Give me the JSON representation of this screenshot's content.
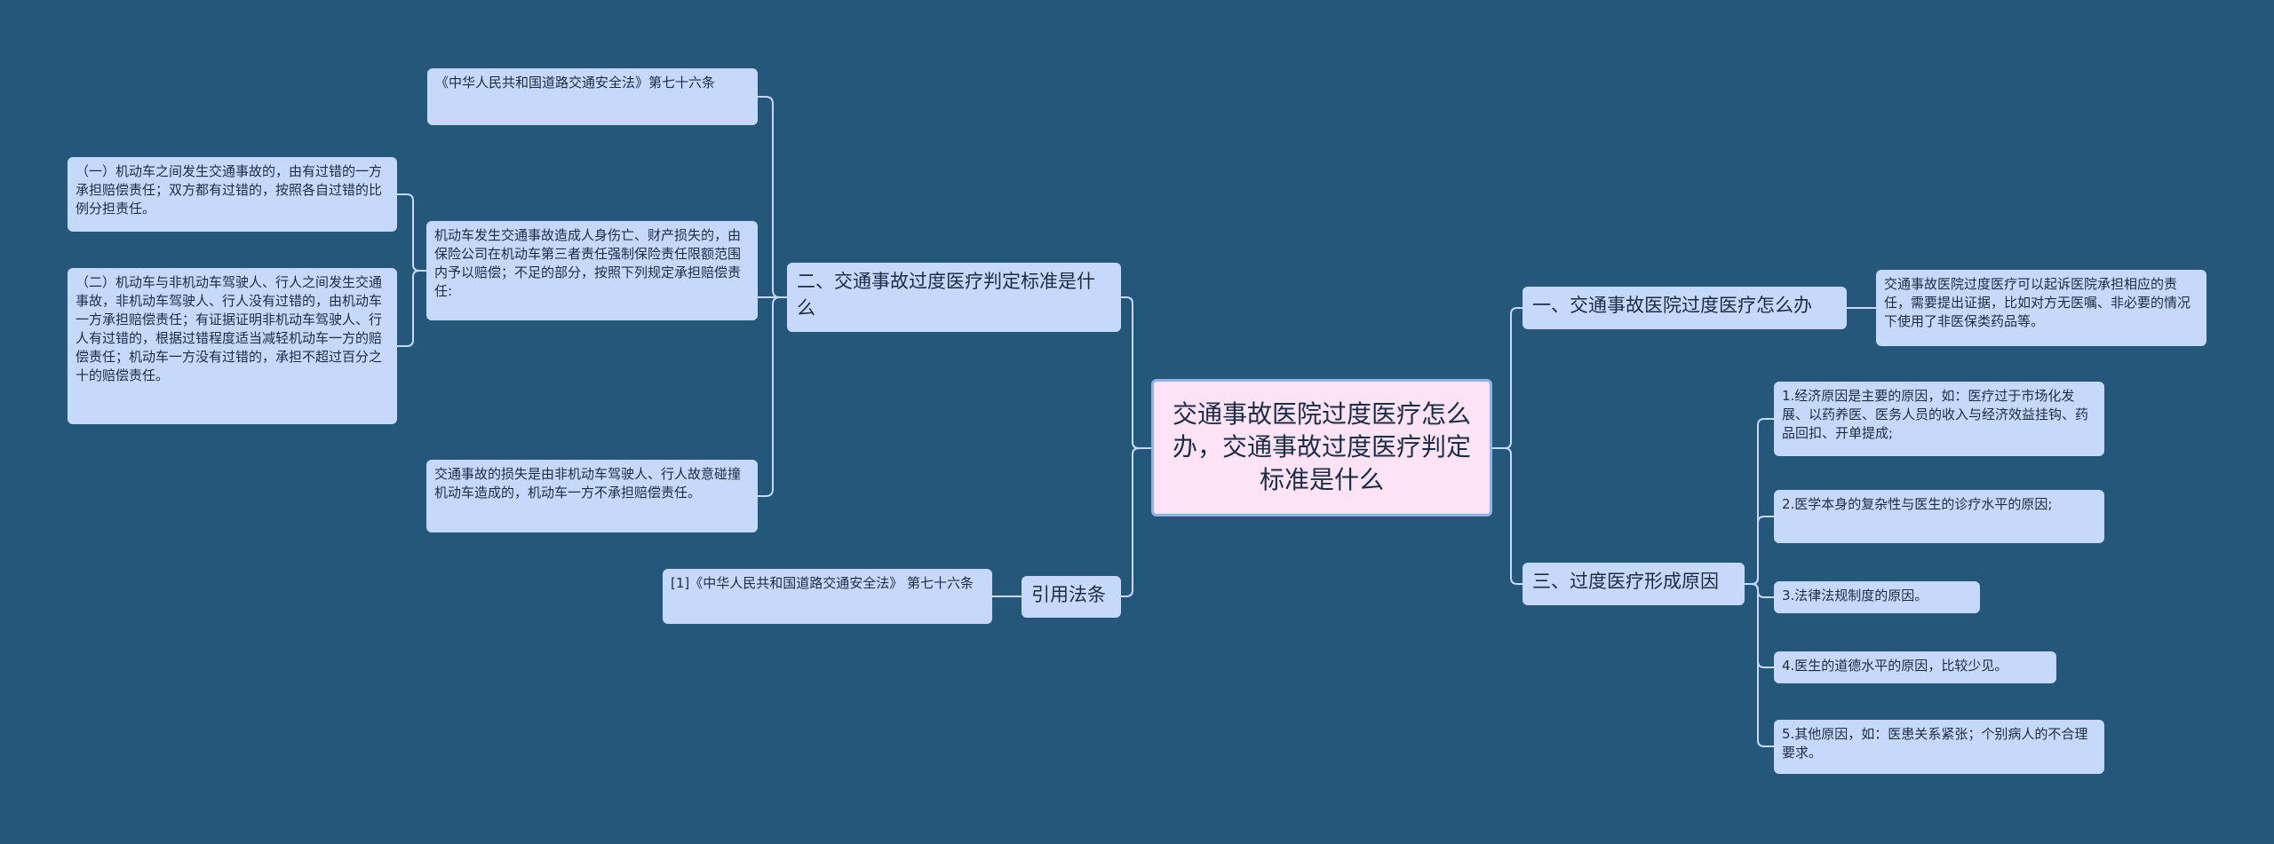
{
  "root": "交通事故医院过度医疗怎么办，交通事故过度医疗判定标准是什么",
  "branches": {
    "b1": "二、交通事故过度医疗判定标准是什么",
    "b2": "引用法条",
    "b3": "一、交通事故医院过度医疗怎么办",
    "b4": "三、过度医疗形成原因"
  },
  "leaves": {
    "l1": "《中华人民共和国道路交通安全法》第七十六条",
    "l2": "机动车发生交通事故造成人身伤亡、财产损失的，由保险公司在机动车第三者责任强制保险责任限额范围内予以赔偿；不足的部分，按照下列规定承担赔偿责任:",
    "l3": "交通事故的损失是由非机动车驾驶人、行人故意碰撞机动车造成的，机动车一方不承担赔偿责任。",
    "l2a": "（一）机动车之间发生交通事故的，由有过错的一方承担赔偿责任；双方都有过错的，按照各自过错的比例分担责任。",
    "l2b": "（二）机动车与非机动车驾驶人、行人之间发生交通事故，非机动车驾驶人、行人没有过错的，由机动车一方承担赔偿责任；有证据证明非机动车驾驶人、行人有过错的，根据过错程度适当减轻机动车一方的赔偿责任；机动车一方没有过错的，承担不超过百分之十的赔偿责任。",
    "l4": "[1]《中华人民共和国道路交通安全法》 第七十六条",
    "l5": "交通事故医院过度医疗可以起诉医院承担相应的责任，需要提出证据，比如对方无医嘱、非必要的情况下使用了非医保类药品等。",
    "l6": "1.经济原因是主要的原因，如：医疗过于市场化发展、以药养医、医务人员的收入与经济效益挂钩、药品回扣、开单提成;",
    "l7": "2.医学本身的复杂性与医生的诊疗水平的原因;",
    "l8": "3.法律法规制度的原因。",
    "l9": "4.医生的道德水平的原因，比较少见。",
    "l10": "5.其他原因，如：医患关系紧张；个别病人的不合理要求。"
  },
  "colors": {
    "background": "#245779",
    "node": "#c7d9fb",
    "root": "#fde3f4",
    "line": "#c7d9fb"
  }
}
